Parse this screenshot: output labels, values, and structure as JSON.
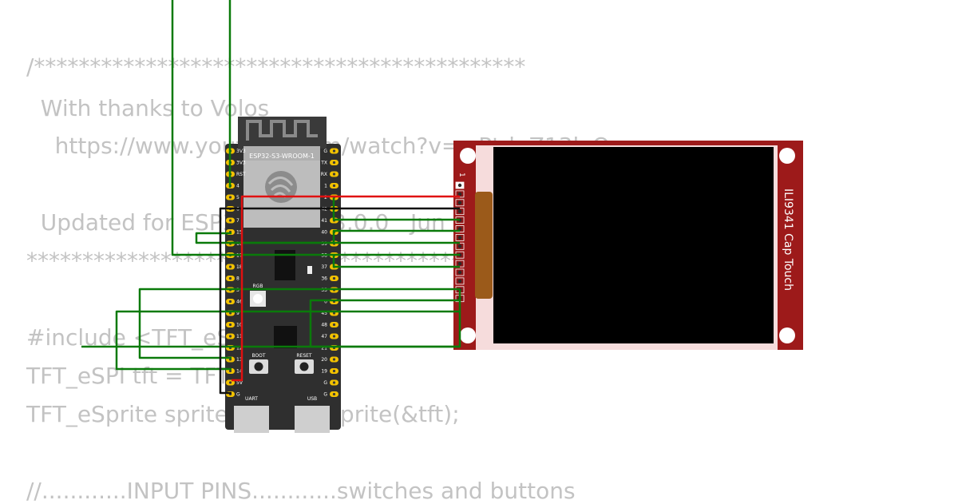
{
  "code_lines": [
    "/********************************************",
    "  With thanks to Volos",
    "    https://www.youtube.com/watch?v=wPtdpZ13lvQ",
    "",
    "  Updated for ESP32 Core V3.0.0   Jun",
    "*********************************************",
    "",
    "#include <TFT_eSPI.h>",
    "TFT_eSPI tft = TFT_eSPI();",
    "TFT_eSprite sprite = TFT_eSprite(&tft);",
    "",
    "//............INPUT PINS............switches and buttons"
  ],
  "board": {
    "module_label": "ESP32-S3-WROOM-1",
    "rgb_label": "RGB",
    "boot_label": "BOOT",
    "reset_label": "RESET",
    "uart_label": "UART",
    "usb_label": "USB",
    "left_pins": [
      "3V3",
      "3V3",
      "RST",
      "4",
      "5",
      "6",
      "7",
      "15",
      "16",
      "17",
      "18",
      "8",
      "3",
      "46",
      "9",
      "10",
      "11",
      "12",
      "13",
      "14",
      "5V",
      "G"
    ],
    "right_pins": [
      "G",
      "TX",
      "RX",
      "1",
      "2",
      "42",
      "41",
      "40",
      "39",
      "38",
      "37",
      "36",
      "35",
      "0",
      "45",
      "48",
      "47",
      "21",
      "20",
      "19",
      "G",
      "G"
    ]
  },
  "display": {
    "label": "ILI9341 Cap Touch",
    "pin_marker": "1"
  },
  "colors": {
    "pcb_board": "#2f2f2f",
    "display_pcb": "#9d1a1a",
    "pin_pad": "#f2c200",
    "wire_green": "#0a7a0a",
    "wire_red": "#e01010",
    "wire_black": "#111111",
    "code_text": "#c3c3c3"
  }
}
